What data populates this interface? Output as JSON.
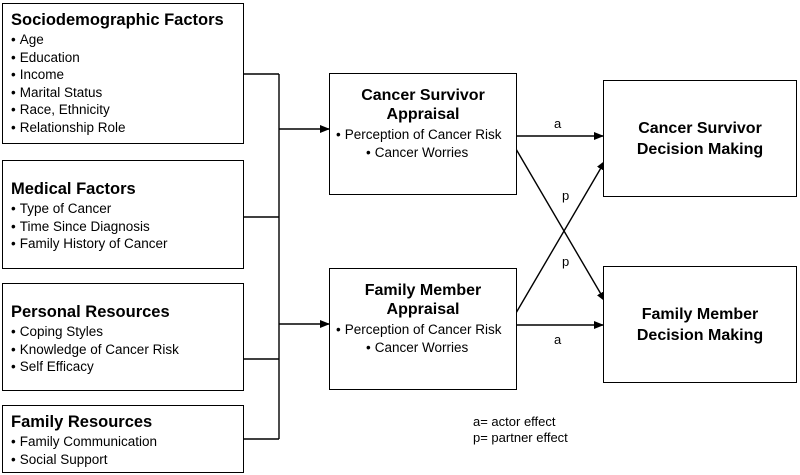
{
  "factors": {
    "sociodemographic": {
      "title": "Sociodemographic Factors",
      "items": [
        "Age",
        "Education",
        "Income",
        "Marital Status",
        "Race, Ethnicity",
        "Relationship Role"
      ]
    },
    "medical": {
      "title": "Medical Factors",
      "items": [
        "Type of Cancer",
        "Time Since Diagnosis",
        "Family History of Cancer"
      ]
    },
    "personal": {
      "title": "Personal Resources",
      "items": [
        "Coping Styles",
        "Knowledge of Cancer Risk",
        "Self Efficacy"
      ]
    },
    "family": {
      "title": "Family Resources",
      "items": [
        "Family Communication",
        "Social Support"
      ]
    }
  },
  "appraisal": {
    "survivor": {
      "title_line1": "Cancer Survivor",
      "title_line2": "Appraisal",
      "items": [
        "Perception of Cancer Risk",
        "Cancer Worries"
      ]
    },
    "member": {
      "title_line1": "Family Member",
      "title_line2": "Appraisal",
      "items": [
        "Perception of Cancer Risk",
        "Cancer Worries"
      ]
    }
  },
  "outcomes": {
    "survivor": {
      "line1": "Cancer Survivor",
      "line2": "Decision Making"
    },
    "member": {
      "line1": "Family Member",
      "line2": "Decision Making"
    }
  },
  "edges": {
    "actor_top": "a",
    "partner_upper": "p",
    "partner_lower": "p",
    "actor_bottom": "a"
  },
  "legend": {
    "actor": "a= actor effect",
    "partner": "p= partner effect"
  }
}
